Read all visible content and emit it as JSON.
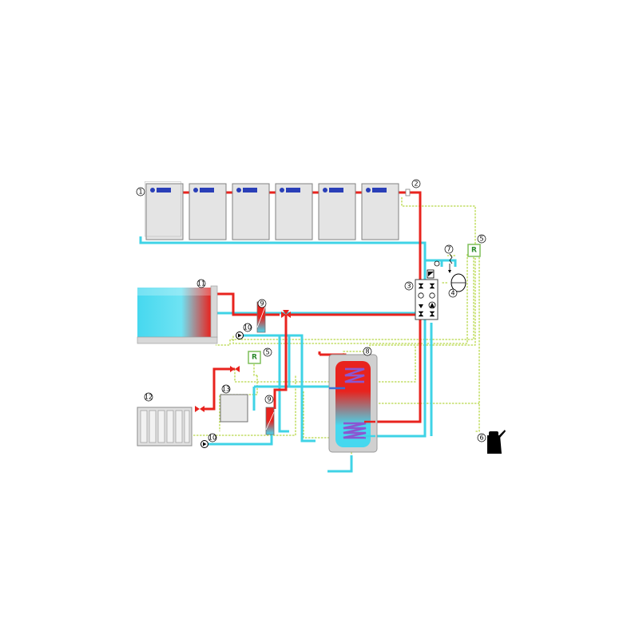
{
  "colors": {
    "hot": "#e8231e",
    "cold": "#3fd3e6",
    "signal": "#b8d84a",
    "collector": "#e4e4e4",
    "collector_border": "#909090",
    "tank_water": "#46d8ef",
    "gray": "#d8d8d8"
  },
  "collectors": {
    "brand_badge": "solar",
    "items": [
      {
        "id": "c1"
      },
      {
        "id": "c2"
      },
      {
        "id": "c3"
      },
      {
        "id": "c4"
      },
      {
        "id": "c5"
      },
      {
        "id": "c6"
      }
    ]
  },
  "labels": {
    "n1": "1",
    "n2": "2",
    "n3": "3",
    "n4": "4",
    "n5a": "5",
    "n5b": "5",
    "n6": "6",
    "n7": "7",
    "n8": "8",
    "n9a": "9",
    "n9b": "9",
    "n10a": "10",
    "n10b": "10",
    "n11": "11",
    "n12": "12",
    "n13": "13"
  },
  "controller_symbol": "R",
  "components": [
    "solar-collector-array",
    "temperature-sensor",
    "pump-station",
    "expansion-vessel",
    "solar-controller",
    "ground-drain",
    "safety-valve",
    "hot-water-storage-tank",
    "plate-heat-exchanger",
    "circulation-pump",
    "swimming-pool",
    "radiator",
    "boiler"
  ]
}
